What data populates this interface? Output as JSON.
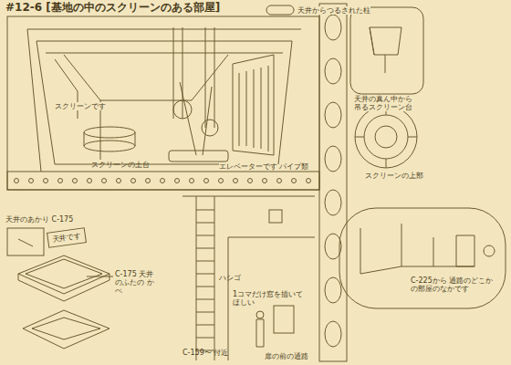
{
  "diagram": {
    "title": "#12-6 [基地の中のスクリーンのある部屋]",
    "nodes": [
      {
        "text": [
          "天井です"
        ]
      }
    ],
    "labels": [
      "天井からつるされた柱",
      "スクリーンです",
      "スクリーンの土台",
      "エレベーターです",
      "パイプ類",
      "天井の真ん中から吊るスクリーン台",
      "スクリーンの上部",
      "天井のあかり C-175",
      "C-175 天井のふたの かべ",
      "ハシゴ",
      "C-159〜 付近",
      "1コマだけ窓を描いてほしい",
      "扉の前の通路",
      "C-225から 通路のどこかの部屋のなかです"
    ]
  }
}
